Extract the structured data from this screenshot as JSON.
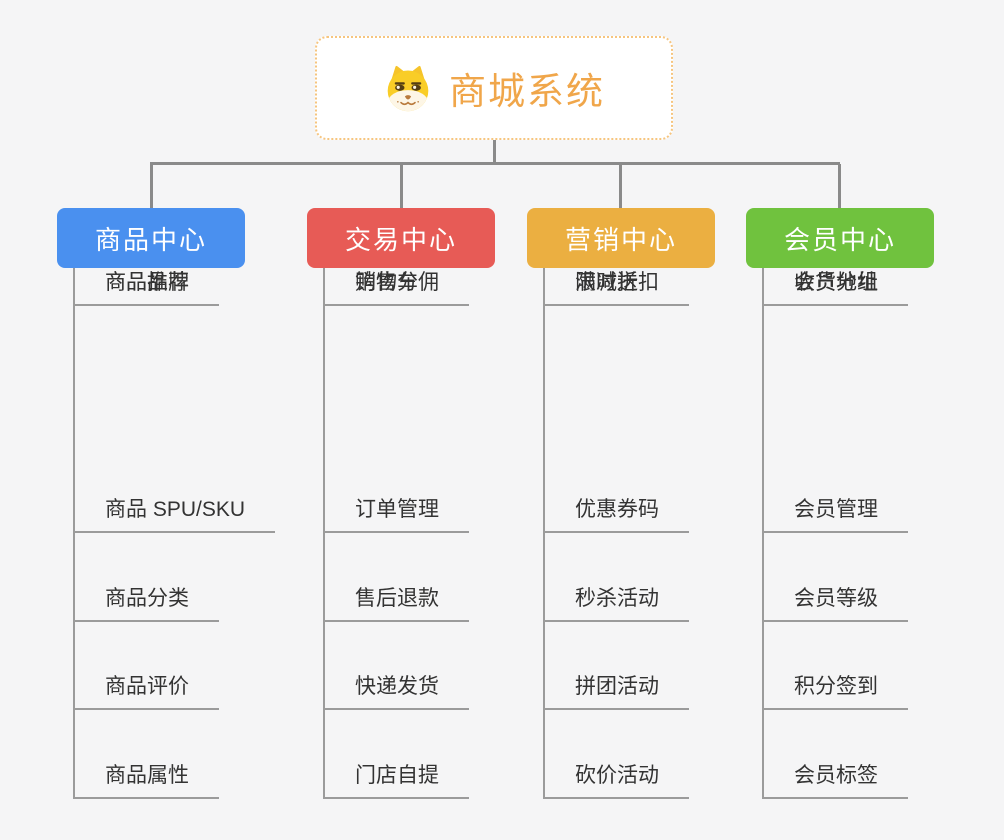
{
  "root": {
    "title": "商城系统",
    "title_color": "#f0a64a",
    "icon": "dog-face-icon"
  },
  "branches": [
    {
      "label": "商品中心",
      "color": "#4a90ef",
      "items": [
        "商品 SPU/SKU",
        "商品分类",
        "商品评价",
        "商品属性",
        "商品推荐",
        "商品品牌"
      ]
    },
    {
      "label": "交易中心",
      "color": "#e75b56",
      "items": [
        "订单管理",
        "售后退款",
        "快递发货",
        "门店自提",
        "购物车",
        "销售分佣"
      ]
    },
    {
      "label": "营销中心",
      "color": "#ebaf41",
      "items": [
        "优惠券码",
        "秒杀活动",
        "拼团活动",
        "砍价活动",
        "限时折扣",
        "满减送"
      ]
    },
    {
      "label": "会员中心",
      "color": "#70c23e",
      "items": [
        "会员管理",
        "会员等级",
        "积分签到",
        "会员标签",
        "会员分组",
        "收货地址"
      ]
    }
  ],
  "colors": {
    "background": "#f5f5f6",
    "connector": "#8a8a8a",
    "leaf_line": "#9b9b9b",
    "leaf_text": "#333333",
    "root_border": "#f6c57f"
  }
}
